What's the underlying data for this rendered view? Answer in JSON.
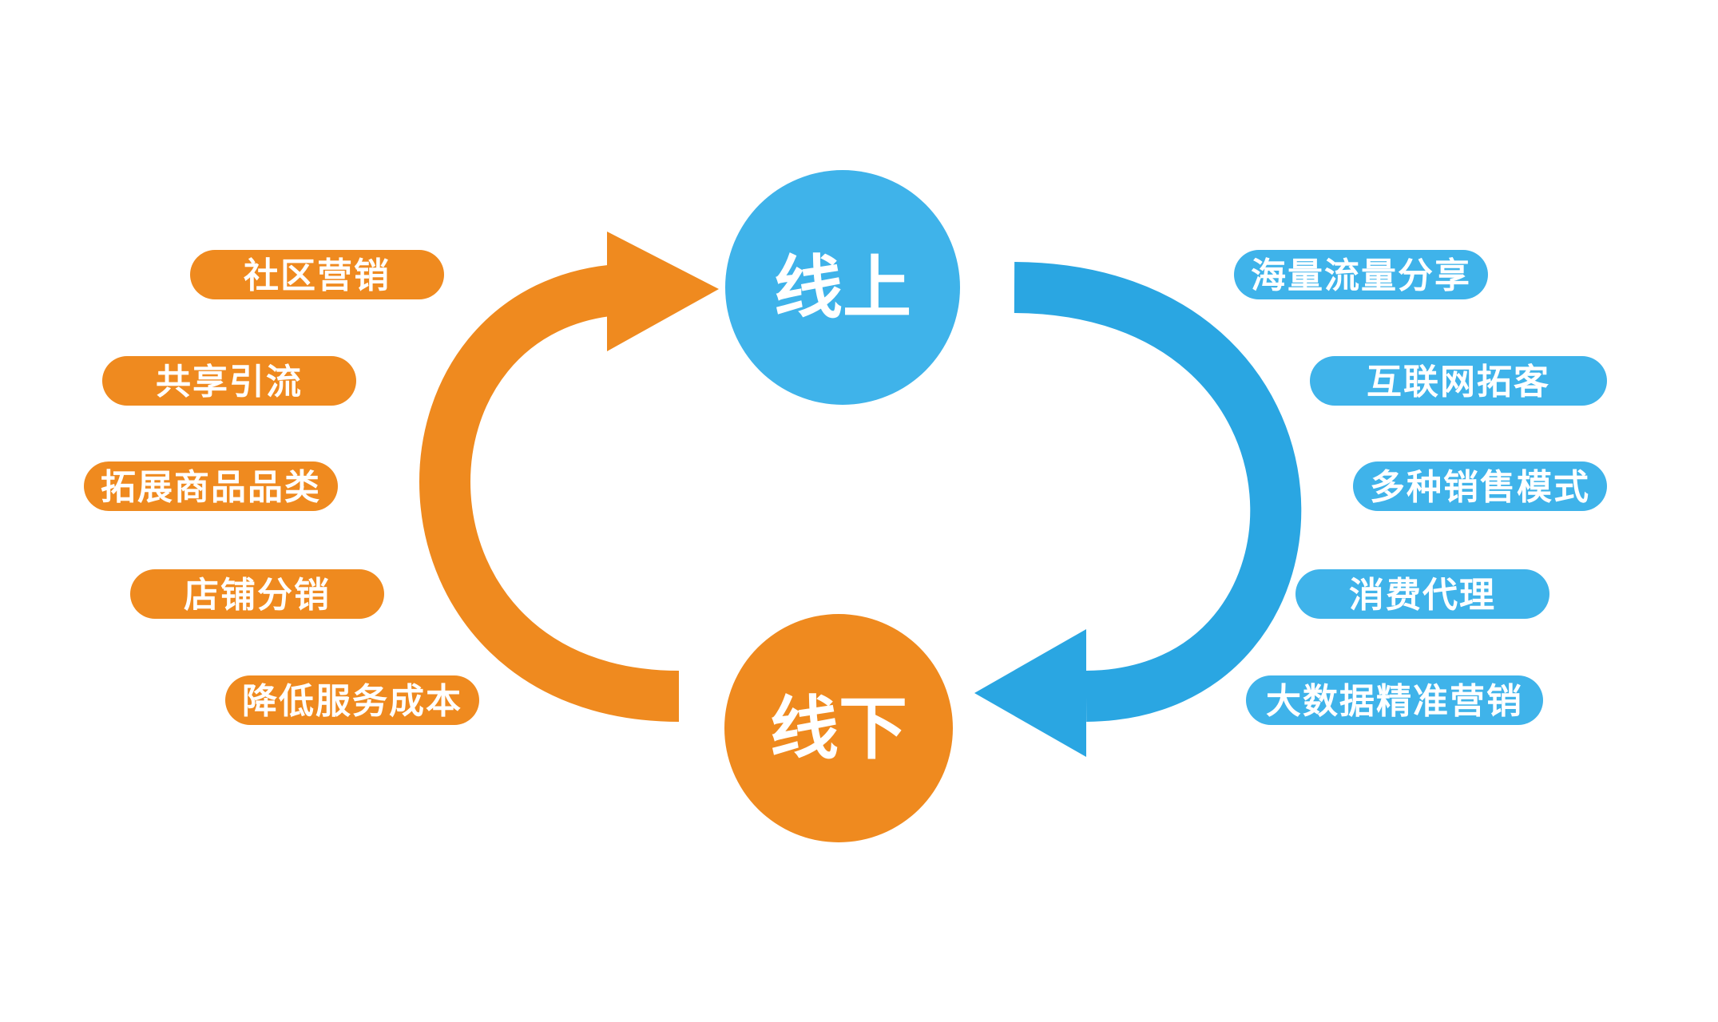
{
  "colors": {
    "orange": "#ef8a1f",
    "blue": "#2aa6e2",
    "blue_pill": "#3fb3ea",
    "text": "#ffffff"
  },
  "nodes": {
    "online": {
      "label": "线上"
    },
    "offline": {
      "label": "线下"
    }
  },
  "left_items": [
    {
      "label": "社区营销"
    },
    {
      "label": "共享引流"
    },
    {
      "label": "拓展商品品类"
    },
    {
      "label": "店铺分销"
    },
    {
      "label": "降低服务成本"
    }
  ],
  "right_items": [
    {
      "label": "海量流量分享"
    },
    {
      "label": "互联网拓客"
    },
    {
      "label": "多种销售模式"
    },
    {
      "label": "消费代理"
    },
    {
      "label": "大数据精准营销"
    }
  ]
}
